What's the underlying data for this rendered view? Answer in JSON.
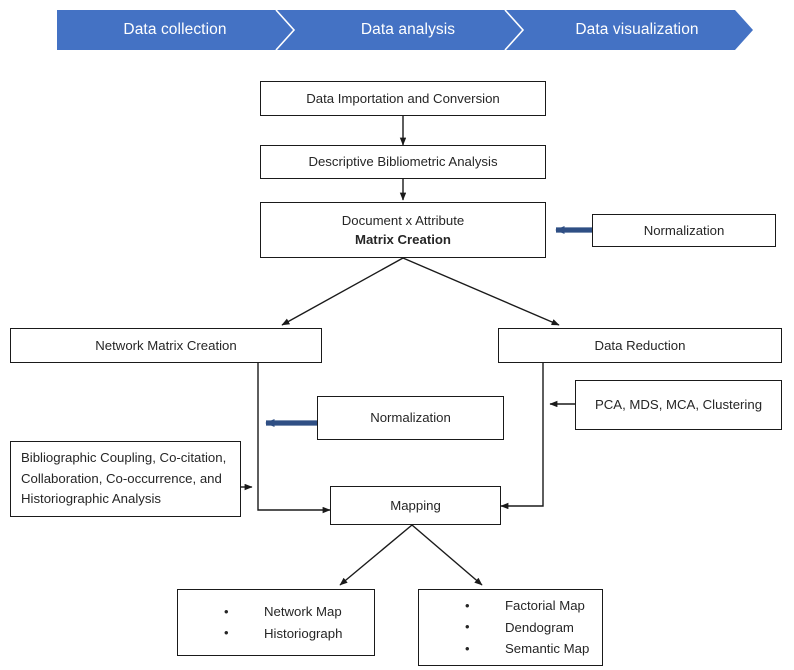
{
  "banner": {
    "color": "#4472C4",
    "steps": [
      {
        "label": "Data collection"
      },
      {
        "label": "Data analysis"
      },
      {
        "label": "Data visualization"
      }
    ]
  },
  "colors": {
    "stroke": "#1a1a1a",
    "normalization_arrow": "#2F4F84",
    "banner_blue": "#4472C4",
    "text": "#262626"
  },
  "flow": {
    "import_box": "Data Importation and Conversion",
    "descriptive_box": "Descriptive Bibliometric Analysis",
    "matrix_box": {
      "line1": "Document x Attribute",
      "line2": "Matrix Creation"
    },
    "normalization_top": "Normalization",
    "network_matrix_box": "Network Matrix Creation",
    "data_reduction_box": "Data Reduction",
    "methods_box": "PCA, MDS, MCA, Clustering",
    "normalization_mid": "Normalization",
    "analyses_box": {
      "line1": "Bibliographic Coupling, Co-citation,",
      "line2": "Collaboration, Co-occurrence, and",
      "line3": "Historiographic Analysis"
    },
    "mapping_box": "Mapping",
    "outputs_left": [
      "Network Map",
      "Historiograph"
    ],
    "outputs_right": [
      "Factorial Map",
      "Dendogram",
      "Semantic Map"
    ]
  }
}
